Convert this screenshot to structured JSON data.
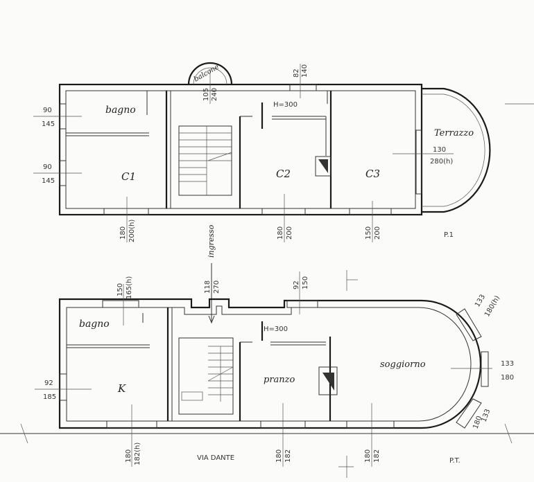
{
  "floor1": {
    "label": "P.1",
    "rooms": {
      "bagno": "bagno",
      "c1": "C1",
      "c2": "C2",
      "c3": "C3",
      "terrazzo": "Terrazzo",
      "balcone": "balcone"
    },
    "height": "H=300",
    "dims": {
      "window_left_top_a": "90",
      "window_left_top_b": "145",
      "window_left_bottom_a": "90",
      "window_left_bottom_b": "145",
      "stair_window_a": "105",
      "stair_window_b": "240",
      "top_window_a": "82",
      "top_window_b": "140",
      "terrazzo_a": "130",
      "terrazzo_b": "280(h)",
      "bottom_c1_a": "180",
      "bottom_c1_b": "200(h)",
      "bottom_c2_a": "180",
      "bottom_c2_b": "200",
      "bottom_c3_a": "150",
      "bottom_c3_b": "200"
    }
  },
  "ground": {
    "label": "P.T.",
    "street": "VIA DANTE",
    "entrance": "ingresso",
    "rooms": {
      "bagno": "bagno",
      "k": "K",
      "pranzo": "pranzo",
      "soggiorno": "soggiorno"
    },
    "height": "H=300",
    "dims": {
      "top_bagno_a": "150",
      "top_bagno_b": "165(h)",
      "entry_a": "118",
      "entry_b": "270",
      "top_pranzo_a": "92",
      "top_pranzo_b": "150",
      "left_k_a": "92",
      "left_k_b": "185",
      "bay_top_a": "133",
      "bay_top_b": "180(h)",
      "bay_mid_a": "133",
      "bay_mid_b": "180",
      "bay_bot_a": "133",
      "bay_bot_b": "180",
      "bottom_k_a": "180",
      "bottom_k_b": "182(h)",
      "bottom_pranzo_a": "180",
      "bottom_pranzo_b": "182",
      "bottom_sogg_a": "180",
      "bottom_sogg_b": "182"
    }
  }
}
